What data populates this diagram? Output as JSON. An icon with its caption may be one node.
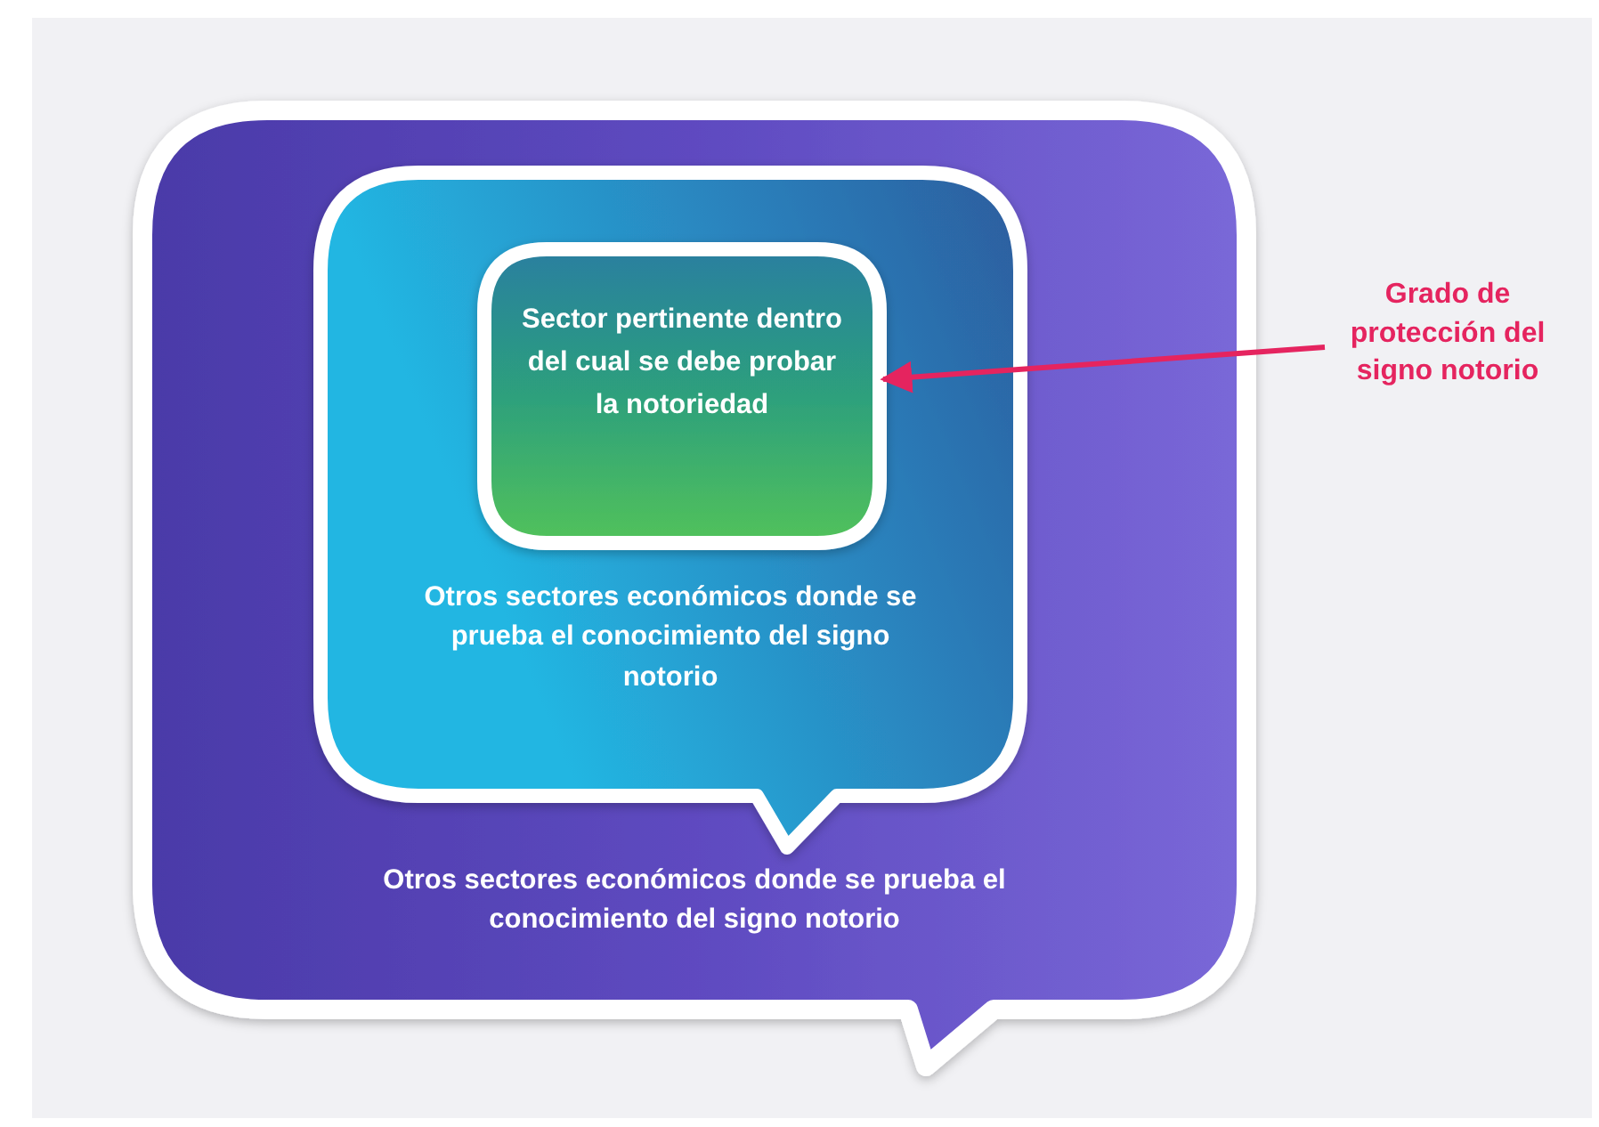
{
  "diagram": {
    "nodes": [
      {
        "text": [
          "Otros sectores económicos donde se prueba el conocimiento del signo notorio"
        ]
      },
      {
        "text": [
          "Otros sectores económicos donde se prueba el conocimiento del signo notorio"
        ],
        "in": 0
      },
      {
        "text": [
          "Sector pertinente dentro del cual se debe probar la notoriedad"
        ],
        "in": 1
      },
      {
        "text": [
          "Grado de protección del signo notorio"
        ]
      }
    ],
    "edges": [
      {
        "from": 3,
        "to": 2,
        "arrow": "to",
        "color": "#e5245f"
      }
    ]
  }
}
